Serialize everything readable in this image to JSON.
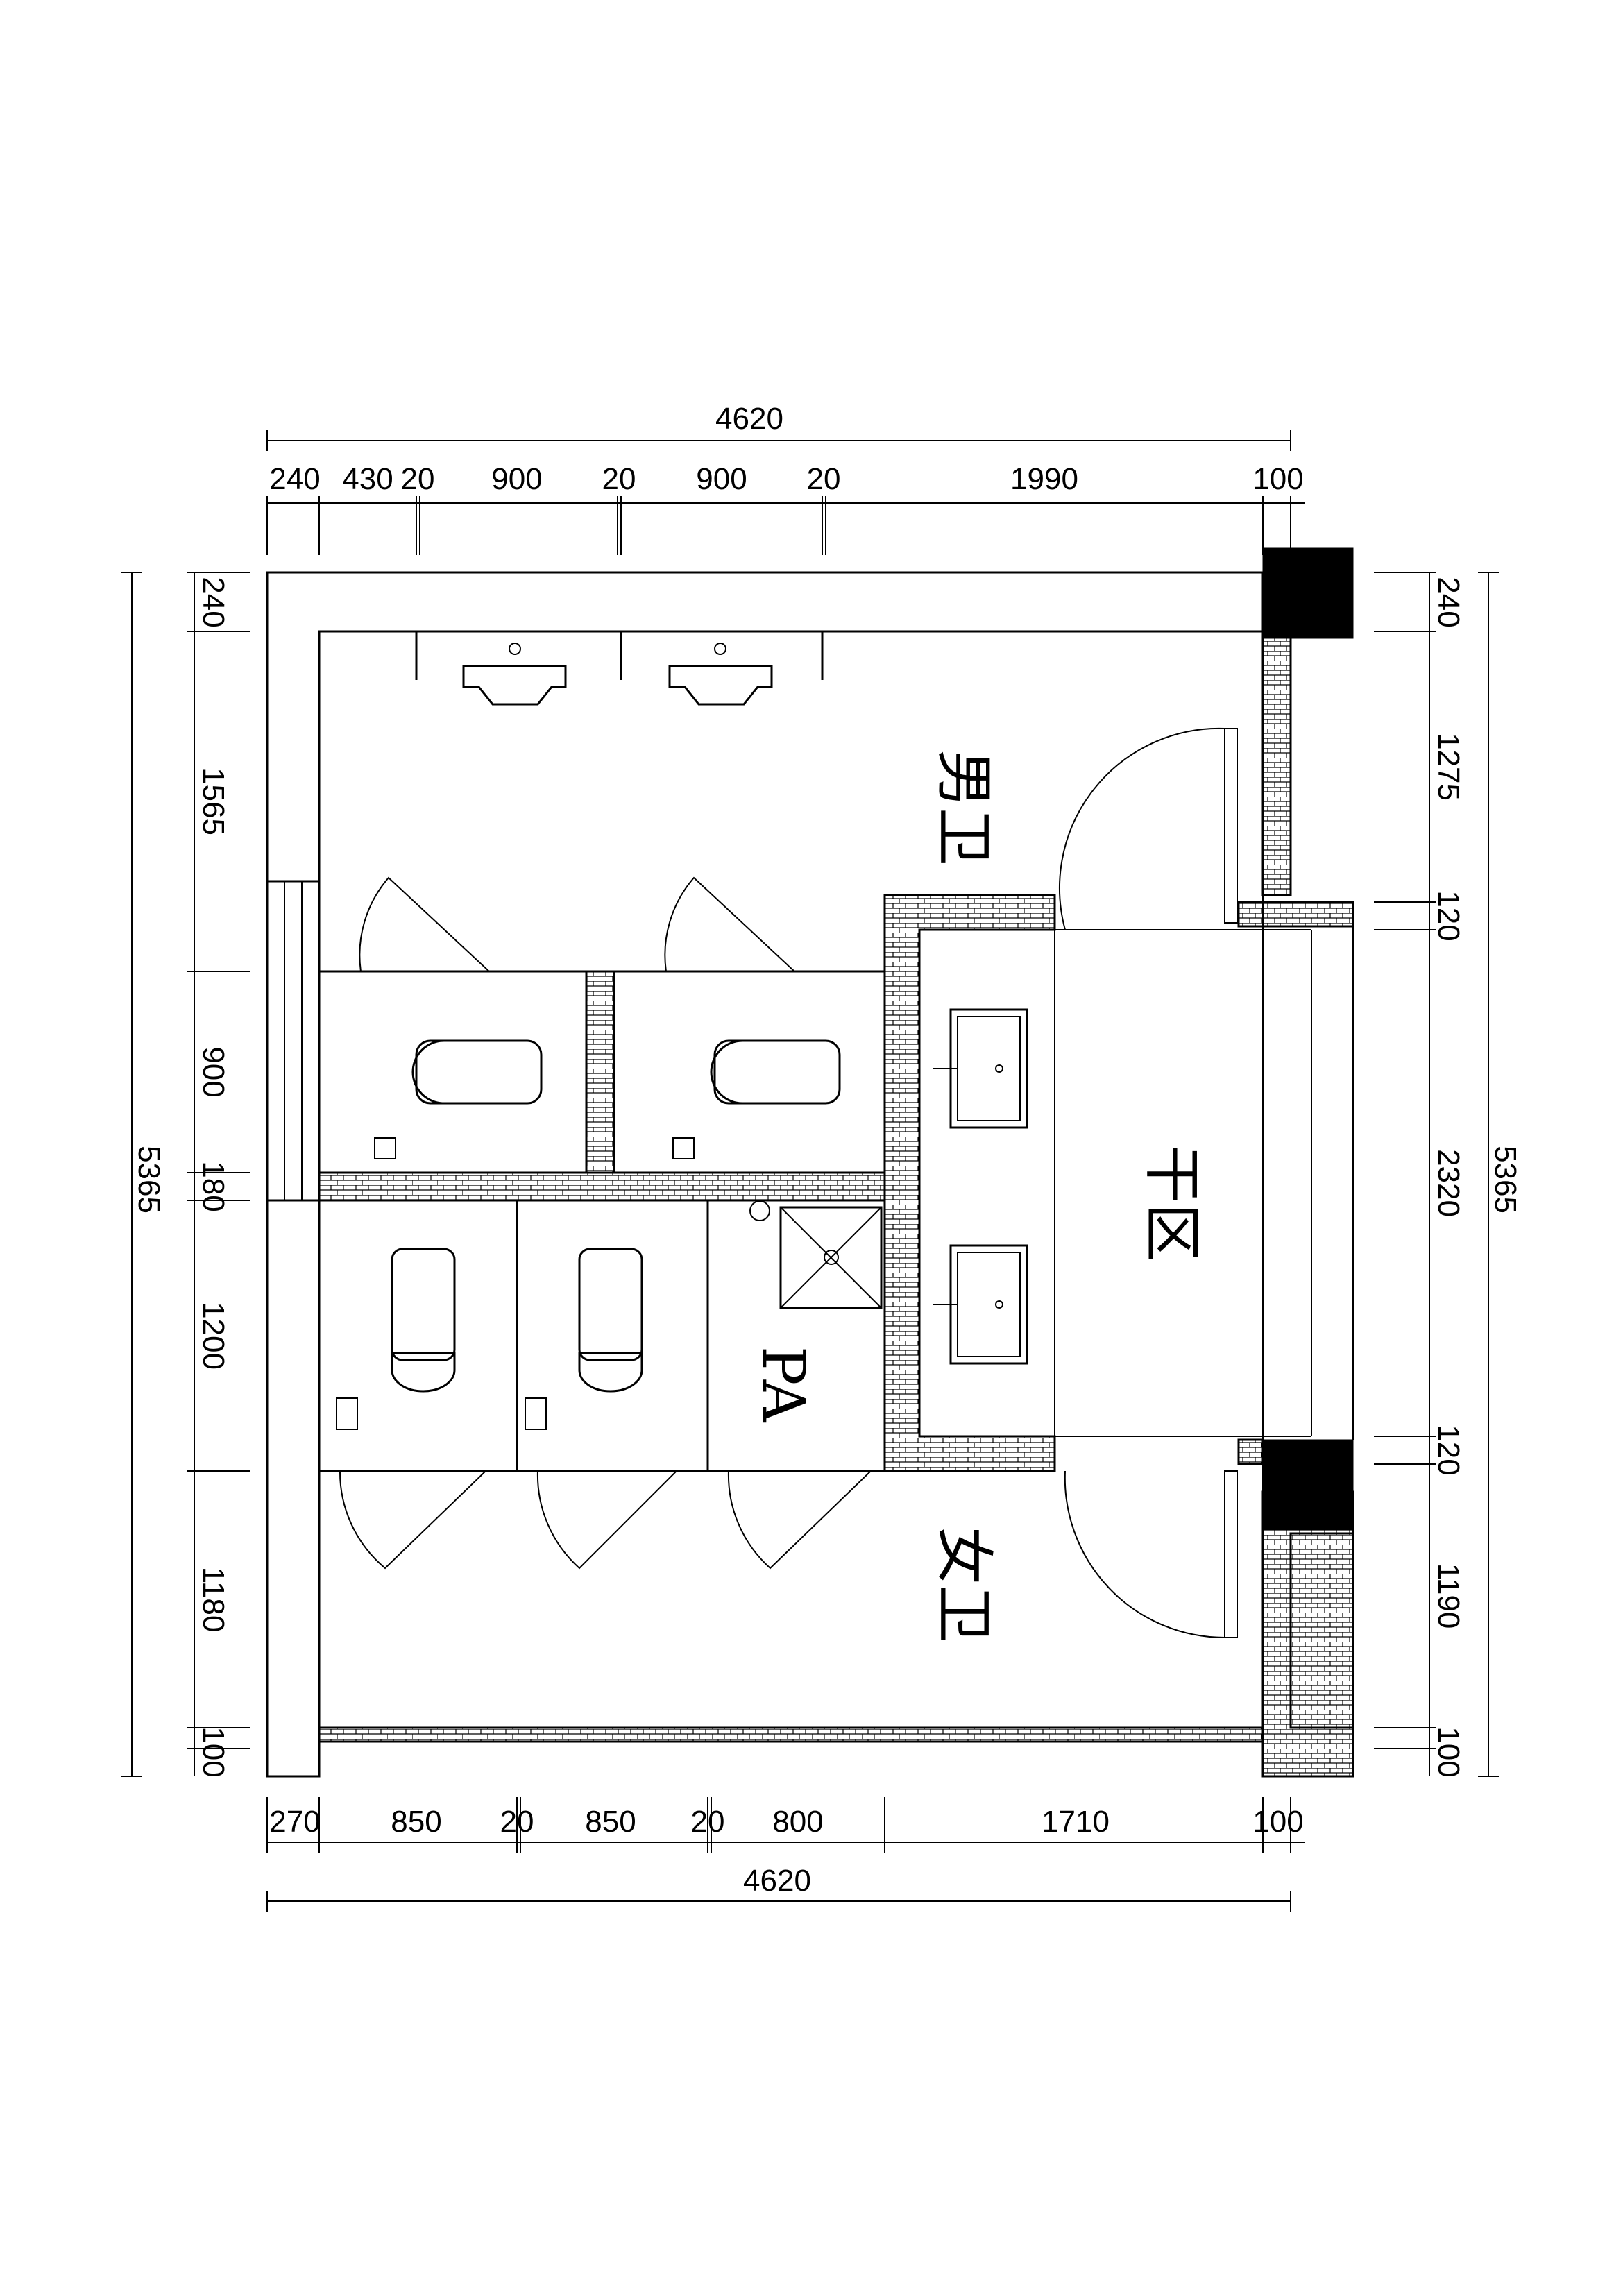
{
  "rooms": {
    "men": "男卫",
    "women": "女卫",
    "dry_zone": "干区",
    "pa": "PA"
  },
  "dimensions": {
    "top_total": "4620",
    "top_segments": [
      "240",
      "430",
      "20",
      "900",
      "20",
      "900",
      "20",
      "1990",
      "100"
    ],
    "bottom_total": "4620",
    "bottom_segments": [
      "270",
      "850",
      "20",
      "850",
      "20",
      "800",
      "1710",
      "100"
    ],
    "left_total": "5365",
    "left_segments": [
      "240",
      "1565",
      "900",
      "180",
      "1200",
      "1180",
      "100"
    ],
    "right_total": "5365",
    "right_segments": [
      "240",
      "1275",
      "120",
      "2320",
      "120",
      "1190",
      "100"
    ]
  }
}
